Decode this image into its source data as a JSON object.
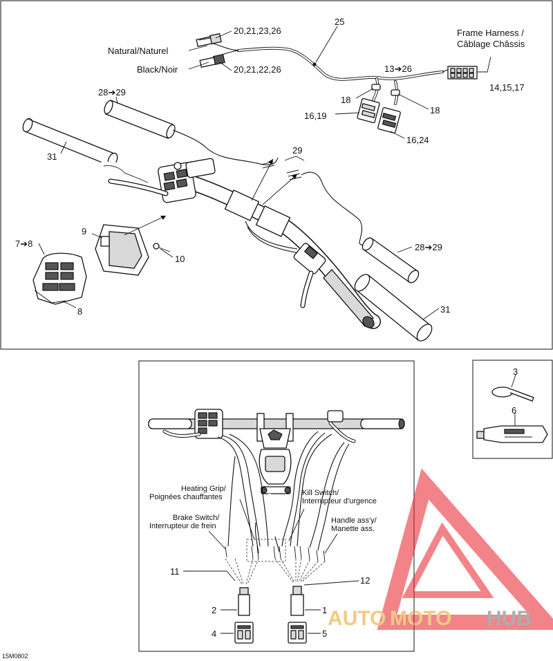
{
  "top_labels": {
    "connector_natural_codes": "20,21,23,26",
    "natural": "Natural/Naturel",
    "black": "Black/Noir",
    "connector_black_codes": "20,21,22,26",
    "harness_num": "25",
    "frame_harness_line1": "Frame Harness /",
    "frame_harness_line2": "Câblage Châssis",
    "ref_13_26": "13➔26",
    "ref_14_15_17": "14,15,17",
    "ref_18_left": "18",
    "ref_18_right": "18",
    "ref_16_19": "16,19",
    "ref_16_24": "16,24",
    "ref_28_29_top": "28➔29",
    "ref_31_left": "31",
    "ref_29": "29",
    "ref_9": "9",
    "ref_7_8": "7➔8",
    "ref_10": "10",
    "ref_8": "8",
    "ref_28_29_right": "28➔29",
    "ref_31_right": "31"
  },
  "bottom_labels": {
    "heating_grip_1": "Heating Grip/",
    "heating_grip_2": "Poignées chauffantes",
    "kill_switch_1": "Kill Switch/",
    "kill_switch_2": "Interrupteur d'urgence",
    "brake_switch_1": "Brake Switch/",
    "brake_switch_2": "Interrupteur de frein",
    "handle_1": "Handle ass'y/",
    "handle_2": "Manette ass.",
    "ref_11": "11",
    "ref_12": "12",
    "ref_2": "2",
    "ref_1": "1",
    "ref_4": "4",
    "ref_5": "5"
  },
  "side_labels": {
    "ref_3": "3",
    "ref_6": "6"
  },
  "footer": {
    "drawing_code": "15M0802"
  },
  "watermark": {
    "text_a": "AUTO",
    "text_b": "MOTO",
    "text_c": "HUB",
    "color_red": "#e8202a",
    "color_gray": "#6b6b6b"
  }
}
